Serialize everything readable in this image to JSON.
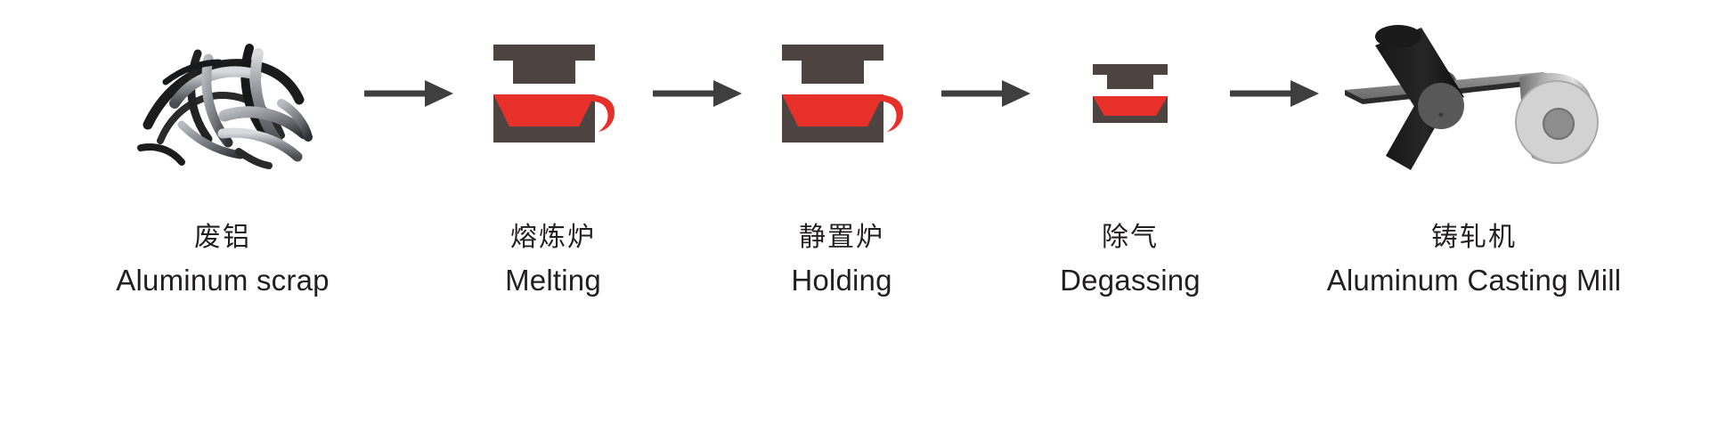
{
  "diagram": {
    "title": "Aluminum recycling process flow",
    "background_color": "#ffffff",
    "colors": {
      "furnace_body": "#4d4442",
      "molten_metal": "#e8302a",
      "arrow": "#3f3f3f",
      "text": "#231f20",
      "roller_dark": "#1c1b1b",
      "roller_cap": "#585858",
      "sheet_gray": "#8a8a8a",
      "coil_light": "#cfcfcf"
    }
  },
  "stages": [
    {
      "id": "scrap",
      "icon": "aluminum-scrap-icon",
      "label_cn": "废铝",
      "label_en": "Aluminum scrap"
    },
    {
      "id": "melting",
      "icon": "melting-furnace-icon",
      "label_cn": "熔炼炉",
      "label_en": "Melting"
    },
    {
      "id": "holding",
      "icon": "holding-furnace-icon",
      "label_cn": "静置炉",
      "label_en": "Holding"
    },
    {
      "id": "degassing",
      "icon": "degassing-vessel-icon",
      "label_cn": "除气",
      "label_en": "Degassing"
    },
    {
      "id": "casting-mill",
      "icon": "aluminum-casting-mill-icon",
      "label_cn": "铸轧机",
      "label_en": "Aluminum Casting Mill"
    }
  ],
  "connectors": [
    {
      "id": "arrow-1",
      "from": "scrap",
      "to": "melting",
      "glyph": "arrow-right-icon"
    },
    {
      "id": "arrow-2",
      "from": "melting",
      "to": "holding",
      "glyph": "arrow-right-icon"
    },
    {
      "id": "arrow-3",
      "from": "holding",
      "to": "degassing",
      "glyph": "arrow-right-icon"
    },
    {
      "id": "arrow-4",
      "from": "degassing",
      "to": "casting-mill",
      "glyph": "arrow-right-icon"
    }
  ]
}
